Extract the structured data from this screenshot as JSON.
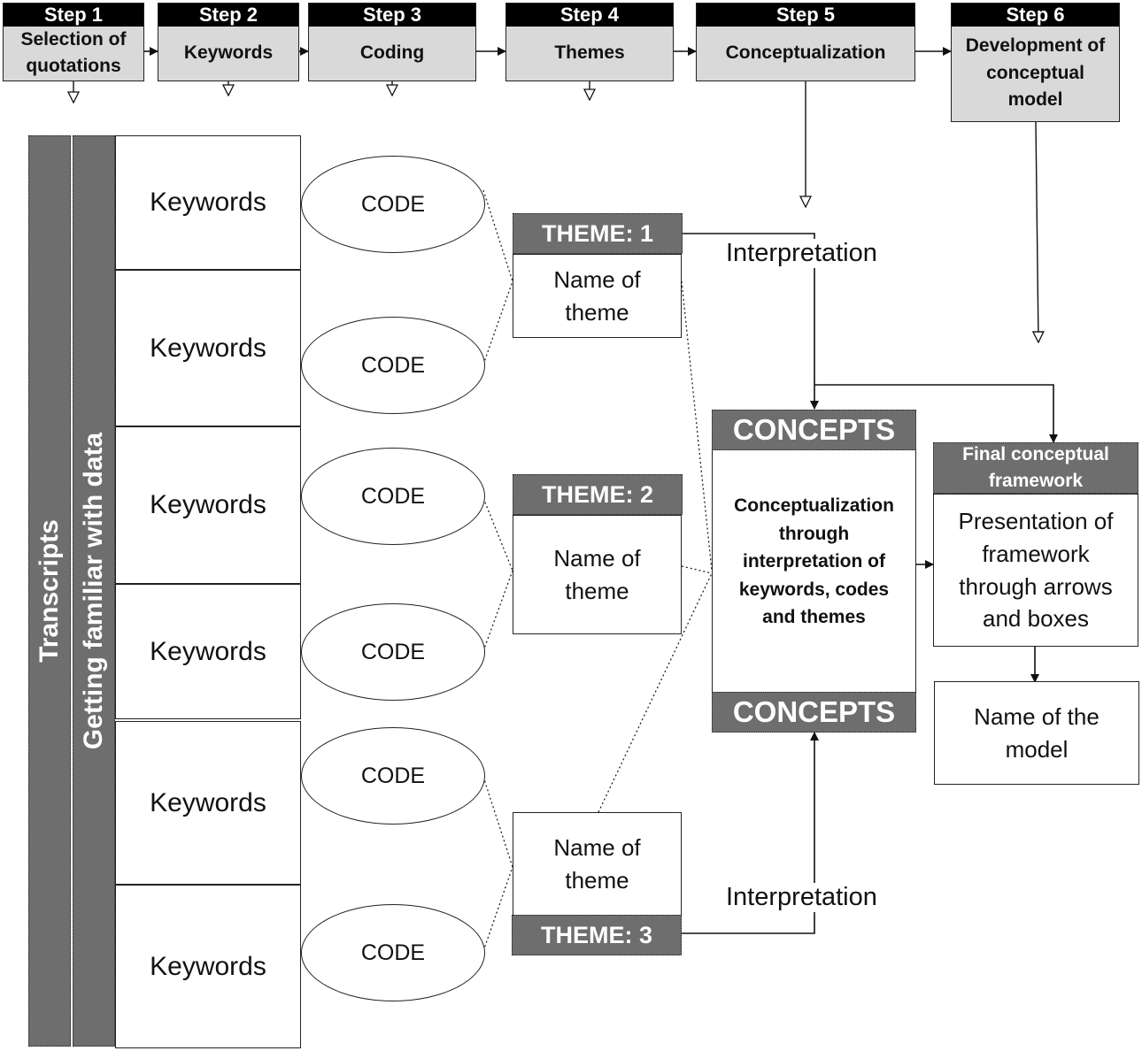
{
  "steps": [
    {
      "label": "Step 1",
      "text": "Selection of quotations"
    },
    {
      "label": "Step 2",
      "text": "Keywords"
    },
    {
      "label": "Step 3",
      "text": "Coding"
    },
    {
      "label": "Step 4",
      "text": "Themes"
    },
    {
      "label": "Step 5",
      "text": "Conceptualization"
    },
    {
      "label": "Step 6",
      "text": "Development of conceptual model"
    }
  ],
  "side_bars": {
    "outer": "Transcripts",
    "inner": "Getting familiar with data"
  },
  "keywords": [
    "Keywords",
    "Keywords",
    "Keywords",
    "Keywords",
    "Keywords",
    "Keywords"
  ],
  "codes": [
    "CODE",
    "CODE",
    "CODE",
    "CODE",
    "CODE",
    "CODE"
  ],
  "themes": [
    {
      "header": "THEME: 1",
      "name": "Name of theme"
    },
    {
      "header": "THEME: 2",
      "name": "Name of theme"
    },
    {
      "header": "THEME: 3",
      "name": "Name of theme"
    }
  ],
  "interpretation": [
    "Interpretation",
    "Interpretation"
  ],
  "concepts": {
    "top_header": "CONCEPTS",
    "bottom_header": "CONCEPTS",
    "body": "Conceptualization through interpretation of keywords, codes and themes"
  },
  "final_framework": {
    "header": "Final conceptual framework",
    "body": "Presentation of framework through arrows and boxes"
  },
  "model_name": "Name of the model"
}
